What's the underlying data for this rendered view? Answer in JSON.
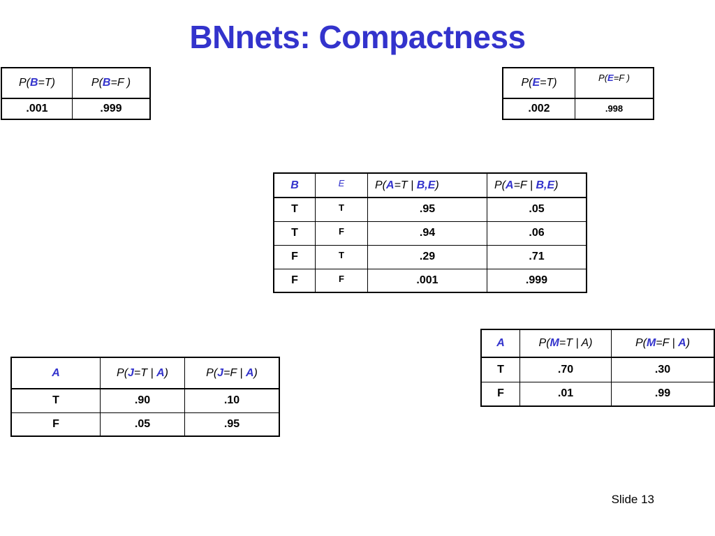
{
  "title": "BNnets: Compactness",
  "slide_number": "Slide 13",
  "tables": {
    "b": {
      "head": [
        {
          "p": "P(",
          "v": "B",
          "r": "=T)"
        },
        {
          "p": "P(",
          "v": "B",
          "r": "=F )"
        }
      ],
      "rows": [
        [
          ".001",
          ".999"
        ]
      ]
    },
    "e": {
      "head": [
        {
          "p": "P(",
          "v": "E",
          "r": "=T)"
        },
        {
          "p": "P(",
          "v": "E",
          "r": "=F )"
        }
      ],
      "rows": [
        [
          ".002",
          ".998"
        ]
      ]
    },
    "a": {
      "head": {
        "c0": "B",
        "c1": "E",
        "c2": {
          "p": "P(",
          "v": "A",
          "m": "=T | ",
          "v2": "B,E",
          "r": ")"
        },
        "c3": {
          "p": "P(",
          "v": "A",
          "m": "=F | ",
          "v2": "B,E",
          "r": ")"
        }
      },
      "rows": [
        [
          "T",
          "T",
          ".95",
          ".05"
        ],
        [
          "T",
          "F",
          ".94",
          ".06"
        ],
        [
          "F",
          "T",
          ".29",
          ".71"
        ],
        [
          "F",
          "F",
          ".001",
          ".999"
        ]
      ]
    },
    "m": {
      "head": {
        "c0": "A",
        "c1": {
          "p": "P(",
          "v": "M",
          "m": "=T | A)"
        },
        "c2": {
          "p": "P(",
          "v": "M",
          "m": "=F | ",
          "v2": "A",
          "r": ")"
        }
      },
      "rows": [
        [
          "T",
          ".70",
          ".30"
        ],
        [
          "F",
          ".01",
          ".99"
        ]
      ]
    },
    "j": {
      "head": {
        "c0": "A",
        "c1": {
          "p": "P(",
          "v": "J",
          "m": "=T | ",
          "v2": "A",
          "r": ")"
        },
        "c2": {
          "p": "P(",
          "v": "J",
          "m": "=F | ",
          "v2": "A",
          "r": ")"
        }
      },
      "rows": [
        [
          "T",
          ".90",
          ".10"
        ],
        [
          "F",
          ".05",
          ".95"
        ]
      ]
    }
  },
  "colors": {
    "title": "#3333cc",
    "variable": "#3333cc"
  }
}
